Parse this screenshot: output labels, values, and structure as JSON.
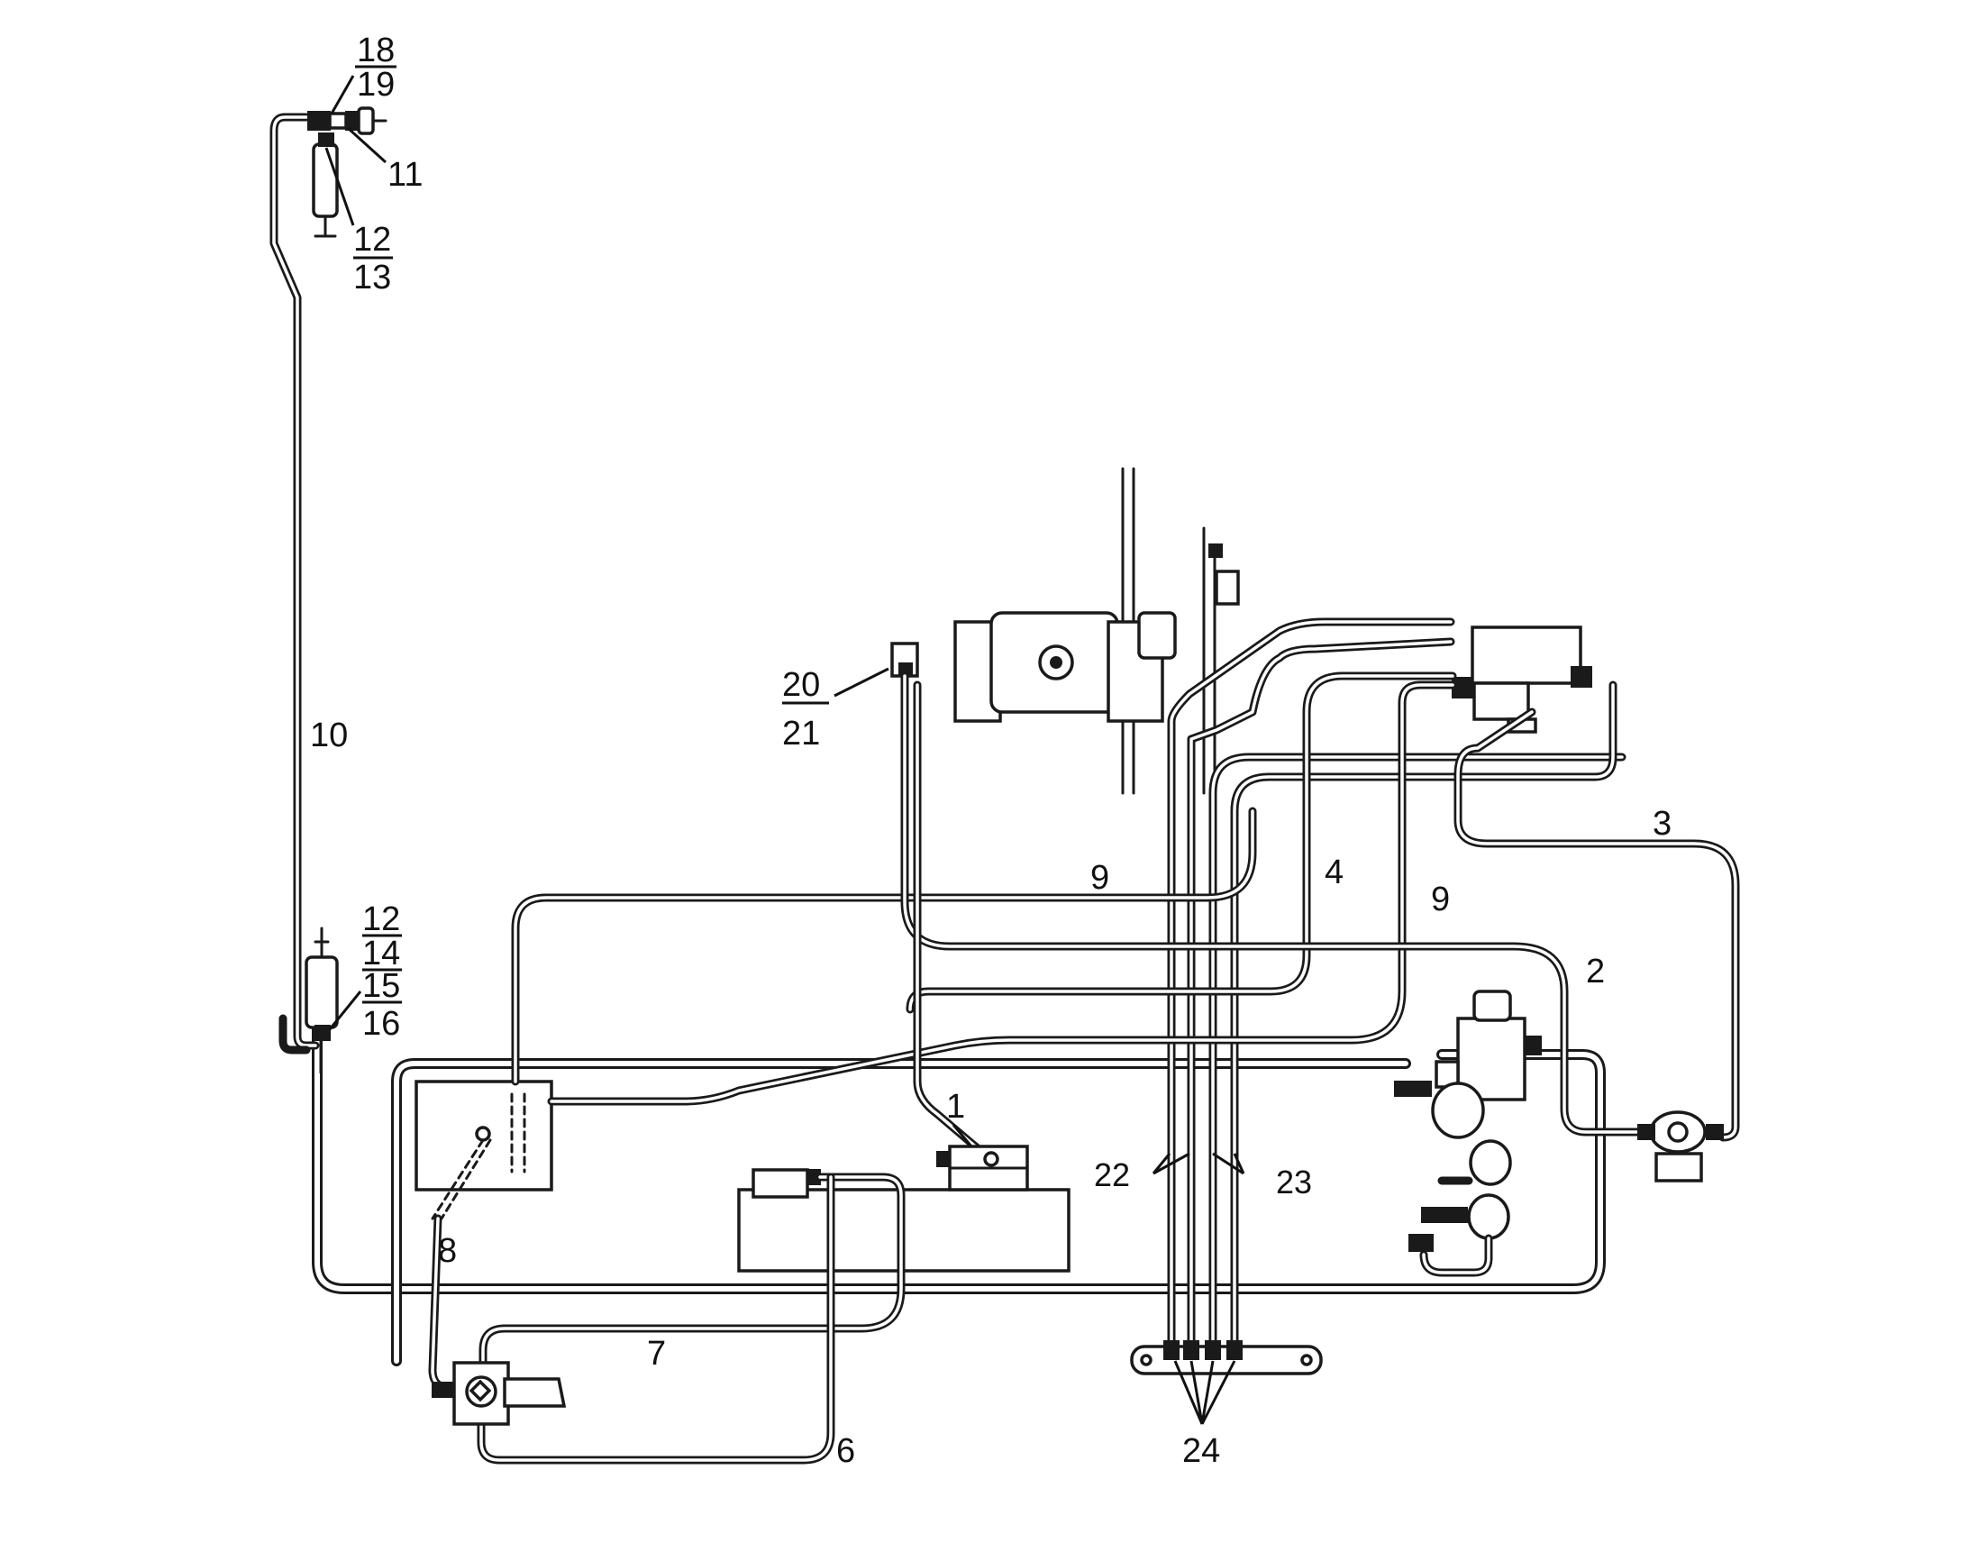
{
  "labels": {
    "l1": "1",
    "l2": "2",
    "l3": "3",
    "l4": "4",
    "l6": "6",
    "l7": "7",
    "l8": "8",
    "l9a": "9",
    "l9b": "9",
    "l10": "10",
    "l11": "11",
    "l12a": "12",
    "l13": "13",
    "l12b": "12",
    "l14": "14",
    "l15": "15",
    "l16": "16",
    "l18": "18",
    "l19": "19",
    "l20": "20",
    "l21": "21",
    "l22": "22",
    "l23": "23",
    "l24": "24"
  }
}
